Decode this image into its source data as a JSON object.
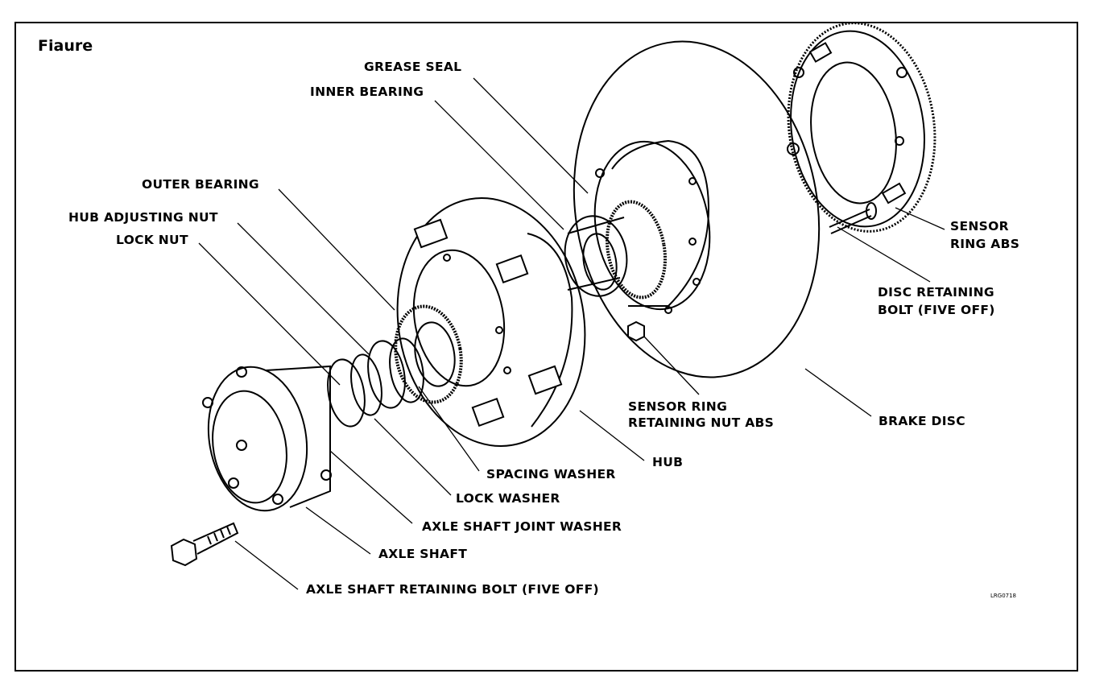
{
  "figure": {
    "title": "Fiaure",
    "code": "LRG0718",
    "labels": {
      "grease_seal": "GREASE SEAL",
      "inner_bearing": "INNER BEARING",
      "outer_bearing": "OUTER BEARING",
      "hub_adjusting_nut": "HUB ADJUSTING NUT",
      "lock_nut": "LOCK NUT",
      "sensor_ring_abs_1": "SENSOR",
      "sensor_ring_abs_2": "RING ABS",
      "disc_retaining_bolt_1": "DISC RETAINING",
      "disc_retaining_bolt_2": "BOLT (FIVE OFF)",
      "sensor_ring_nut_1": "SENSOR RING",
      "sensor_ring_nut_2": "RETAINING NUT ABS",
      "brake_disc": "BRAKE DISC",
      "hub": "HUB",
      "spacing_washer": "SPACING WASHER",
      "lock_washer": "LOCK WASHER",
      "axle_shaft_joint_washer": "AXLE SHAFT JOINT WASHER",
      "axle_shaft": "AXLE SHAFT",
      "axle_shaft_retaining_bolt": "AXLE SHAFT RETAINING BOLT (FIVE OFF)"
    }
  }
}
